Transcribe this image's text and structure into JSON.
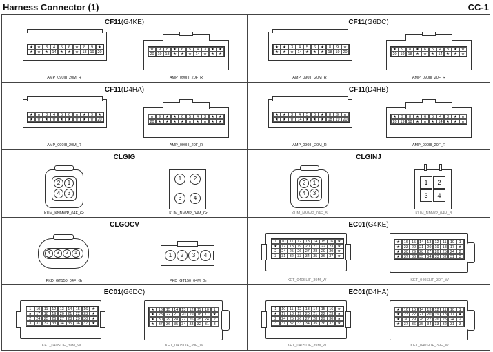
{
  "header": {
    "title": "Harness Connector (1)",
    "code": "CC-1"
  },
  "panels": {
    "cf11_g4ke": {
      "name": "CF11",
      "variant": "(G4KE)",
      "left_caption": "AMP_090III_20M_R",
      "right_caption": "AMP_090III_20F_R",
      "left_top": [
        "★",
        "★",
        "3",
        "4",
        "5",
        "6",
        "★",
        "8",
        "9",
        "★"
      ],
      "left_bot": [
        "★",
        "★",
        "★",
        "14",
        "★",
        "★",
        "★",
        "18",
        "19",
        "20"
      ],
      "right_top": [
        "★",
        "9",
        "8",
        "★",
        "6",
        "5",
        "4",
        "3",
        "★",
        "★"
      ],
      "right_bot": [
        "20",
        "19",
        "18",
        "★",
        "★",
        "★",
        "14",
        "★",
        "★",
        "★"
      ]
    },
    "cf11_g6dc": {
      "name": "CF11",
      "variant": "(G6DC)",
      "left_caption": "AMP_090III_20M_R",
      "right_caption": "AMP_090III_20F_R",
      "left_top": [
        "★",
        "★",
        "3",
        "4",
        "5",
        "6",
        "★",
        "8",
        "9",
        "★"
      ],
      "left_bot": [
        "★",
        "★",
        "★",
        "14",
        "★",
        "★",
        "★",
        "18",
        "19",
        "20"
      ],
      "right_top": [
        "★",
        "9",
        "8",
        "★",
        "6",
        "5",
        "4",
        "3",
        "★",
        "★"
      ],
      "right_bot": [
        "20",
        "19",
        "18",
        "★",
        "★",
        "★",
        "14",
        "★",
        "★",
        "★"
      ]
    },
    "cf11_d4ha": {
      "name": "CF11",
      "variant": "(D4HA)",
      "left_caption": "AMP_090III_20M_R",
      "right_caption": "AMP_090III_20F_R",
      "left_top": [
        "★",
        "★",
        "3",
        "4",
        "5",
        "6",
        "★",
        "★",
        "9",
        "★"
      ],
      "left_bot": [
        "★",
        "★",
        "★",
        "★",
        "★",
        "★",
        "★",
        "★",
        "★",
        "20"
      ],
      "right_top": [
        "★",
        "9",
        "★",
        "★",
        "6",
        "5",
        "4",
        "3",
        "★",
        "★"
      ],
      "right_bot": [
        "20",
        "★",
        "★",
        "★",
        "★",
        "★",
        "★",
        "★",
        "★",
        "★"
      ]
    },
    "cf11_d4hb": {
      "name": "CF11",
      "variant": "(D4HB)",
      "left_caption": "AMP_090III_20M_R",
      "right_caption": "AMP_090III_20F_R",
      "left_top": [
        "★",
        "★",
        "3",
        "4",
        "5",
        "6",
        "★",
        "8",
        "9",
        "★"
      ],
      "left_bot": [
        "★",
        "★",
        "★",
        "14",
        "★",
        "★",
        "★",
        "18",
        "19",
        "20"
      ],
      "right_top": [
        "★",
        "9",
        "8",
        "★",
        "6",
        "5",
        "4",
        "3",
        "★",
        "★"
      ],
      "right_bot": [
        "20",
        "19",
        "18",
        "★",
        "★",
        "★",
        "14",
        "★",
        "★",
        "★"
      ]
    },
    "clgig": {
      "name": "CLGIG",
      "left_caption": "KUM_KNMWP_04F_Gr",
      "right_caption": "KUM_NMWP_04M_Gr",
      "female_pins": [
        "2",
        "1",
        "4",
        "3"
      ],
      "male_pins": [
        "1",
        "2",
        "3",
        "4"
      ]
    },
    "clginj": {
      "name": "CLGINJ",
      "left_caption": "KUM_NMWP_04F_B",
      "right_caption": "KUM_NMWP_04M_B",
      "female_pins": [
        "2",
        "1",
        "4",
        "3"
      ],
      "male_pins": [
        "1",
        "2",
        "3",
        "4"
      ]
    },
    "clgocv": {
      "name": "CLGOCV",
      "left_caption": "PKD_GT150_04F_Gr",
      "right_caption": "PKD_GT150_04M_Gr",
      "female_pins": [
        "4",
        "3",
        "2",
        "1"
      ],
      "male_pins": [
        "1",
        "2",
        "3",
        "4"
      ]
    },
    "ec01_g4ke": {
      "name": "EC01",
      "variant": "(G4KE)",
      "left_caption": "KET_040SLIF_39M_W",
      "right_caption": "KET_040SLIF_39F_W"
    },
    "ec01_g6dc": {
      "name": "EC01",
      "variant": "(G6DC)",
      "left_caption": "KET_040SLIF_39M_W",
      "right_caption": "KET_040SLIF_39F_W"
    },
    "ec01_d4ha": {
      "name": "EC01",
      "variant": "(D4HA)",
      "left_caption": "KET_040SLIF_39M_W",
      "right_caption": "KET_040SLIF_39F_W"
    }
  },
  "ec01_pins": {
    "left": [
      [
        "1",
        "10",
        "11",
        "12",
        "13",
        "14",
        "15",
        "16",
        "★"
      ],
      [
        "★",
        "17",
        "18",
        "19",
        "20",
        "21",
        "22",
        "23",
        "★"
      ],
      [
        "2",
        "24",
        "25",
        "26",
        "27",
        "28",
        "29",
        "30",
        "★"
      ],
      [
        "3",
        "31",
        "32",
        "33",
        "34",
        "35",
        "36",
        "37",
        "★"
      ]
    ],
    "right": [
      [
        "★",
        "16",
        "15",
        "14",
        "13",
        "12",
        "11",
        "10",
        "1"
      ],
      [
        "★",
        "23",
        "22",
        "21",
        "20",
        "19",
        "18",
        "17",
        "★"
      ],
      [
        "★",
        "30",
        "29",
        "28",
        "27",
        "26",
        "25",
        "24",
        "2"
      ],
      [
        "★",
        "37",
        "36",
        "35",
        "34",
        "33",
        "32",
        "31",
        "3"
      ]
    ]
  }
}
